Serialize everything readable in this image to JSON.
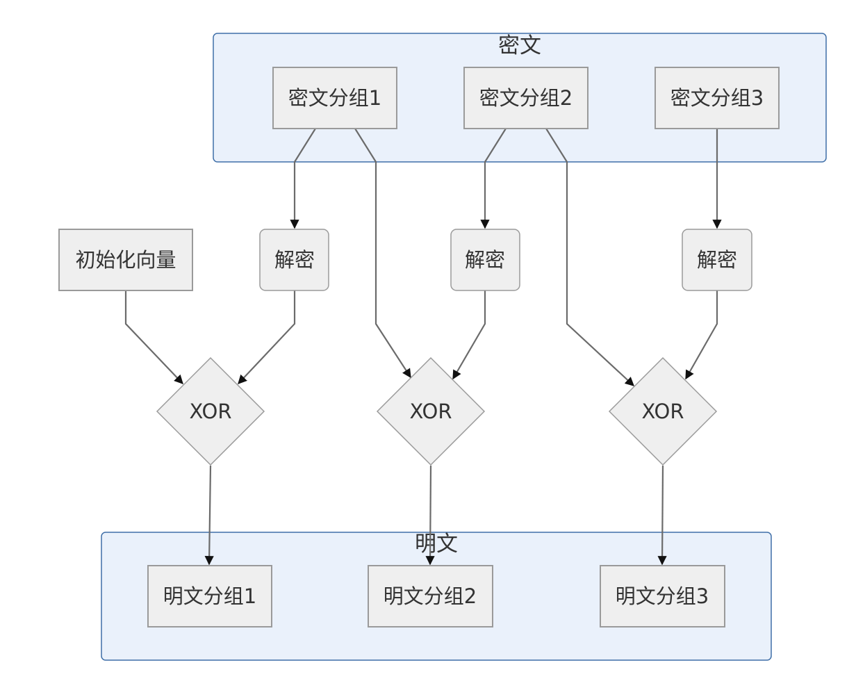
{
  "groups": {
    "ciphertext": {
      "title": "密文"
    },
    "plaintext": {
      "title": "明文"
    }
  },
  "nodes": {
    "cipher_block_1": "密文分组1",
    "cipher_block_2": "密文分组2",
    "cipher_block_3": "密文分组3",
    "iv": "初始化向量",
    "decrypt_1": "解密",
    "decrypt_2": "解密",
    "decrypt_3": "解密",
    "xor_1": "XOR",
    "xor_2": "XOR",
    "xor_3": "XOR",
    "plain_block_1": "明文分组1",
    "plain_block_2": "明文分组2",
    "plain_block_3": "明文分组3"
  },
  "colors": {
    "group_fill": "#eaf1fb",
    "group_border": "#3f6fa8",
    "node_fill": "#efefef",
    "node_border": "#9a9a9a",
    "edge": "#6b6b6b"
  }
}
